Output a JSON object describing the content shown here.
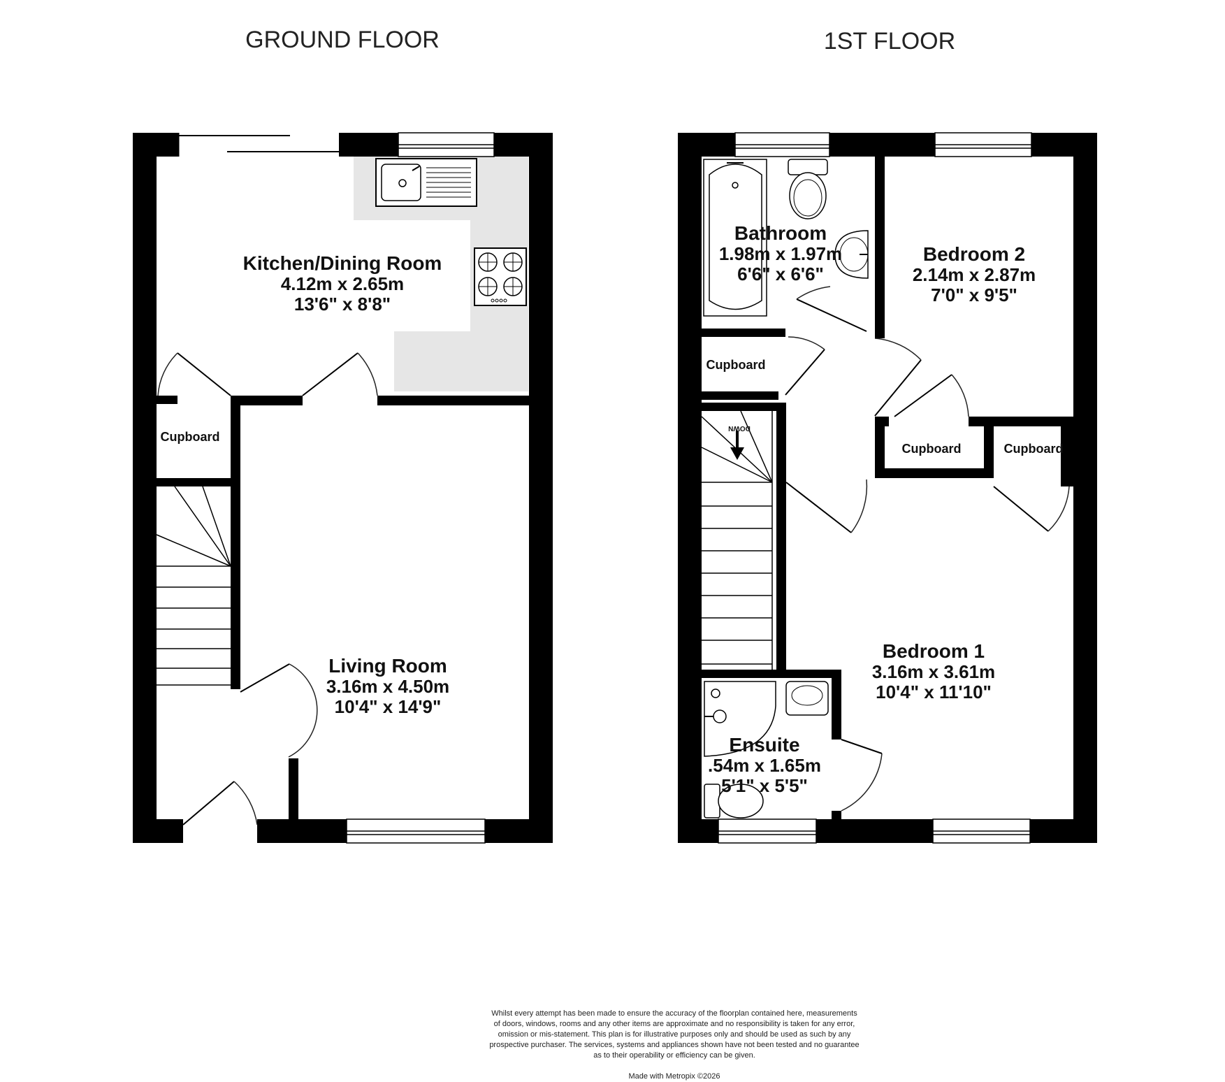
{
  "floors": {
    "ground": {
      "title": "GROUND FLOOR",
      "kitchen": {
        "name": "Kitchen/Dining Room",
        "metric": "4.12m x 2.65m",
        "imperial": "13'6\" x 8'8\""
      },
      "living": {
        "name": "Living Room",
        "metric": "3.16m x 4.50m",
        "imperial": "10'4\" x 14'9\""
      },
      "cupboard": "Cupboard"
    },
    "first": {
      "title": "1ST FLOOR",
      "bathroom": {
        "name": "Bathroom",
        "metric": "1.98m x 1.97m",
        "imperial": "6'6\" x 6'6\""
      },
      "bedroom2": {
        "name": "Bedroom 2",
        "metric": "2.14m x 2.87m",
        "imperial": "7'0\" x 9'5\""
      },
      "bedroom1": {
        "name": "Bedroom 1",
        "metric": "3.16m x 3.61m",
        "imperial": "10'4\" x 11'10\""
      },
      "ensuite": {
        "name": "Ensuite",
        "metric": ".54m x 1.65m",
        "imperial": "5'1\" x 5'5\""
      },
      "cupboard_landing": "Cupboard",
      "cupboard_bed2": "Cupboard",
      "cupboard_bed1": "Cupboard",
      "stairs_label": "DOWN"
    }
  },
  "disclaimer": "Whilst every attempt has been made to ensure the accuracy of the floorplan contained here, measurements\nof doors, windows, rooms and any other items are approximate and no responsibility is taken for any error,\nomission or mis-statement. This plan is for illustrative purposes only and should be used as such by any\nprospective purchaser. The services, systems and appliances shown have not been tested and no guarantee\nas to their operability or efficiency can be given.",
  "credit": "Made with Metropix ©2026",
  "colors": {
    "wall": "#000000",
    "kitchen_floor": "#e6e6e6",
    "background": "#ffffff"
  }
}
